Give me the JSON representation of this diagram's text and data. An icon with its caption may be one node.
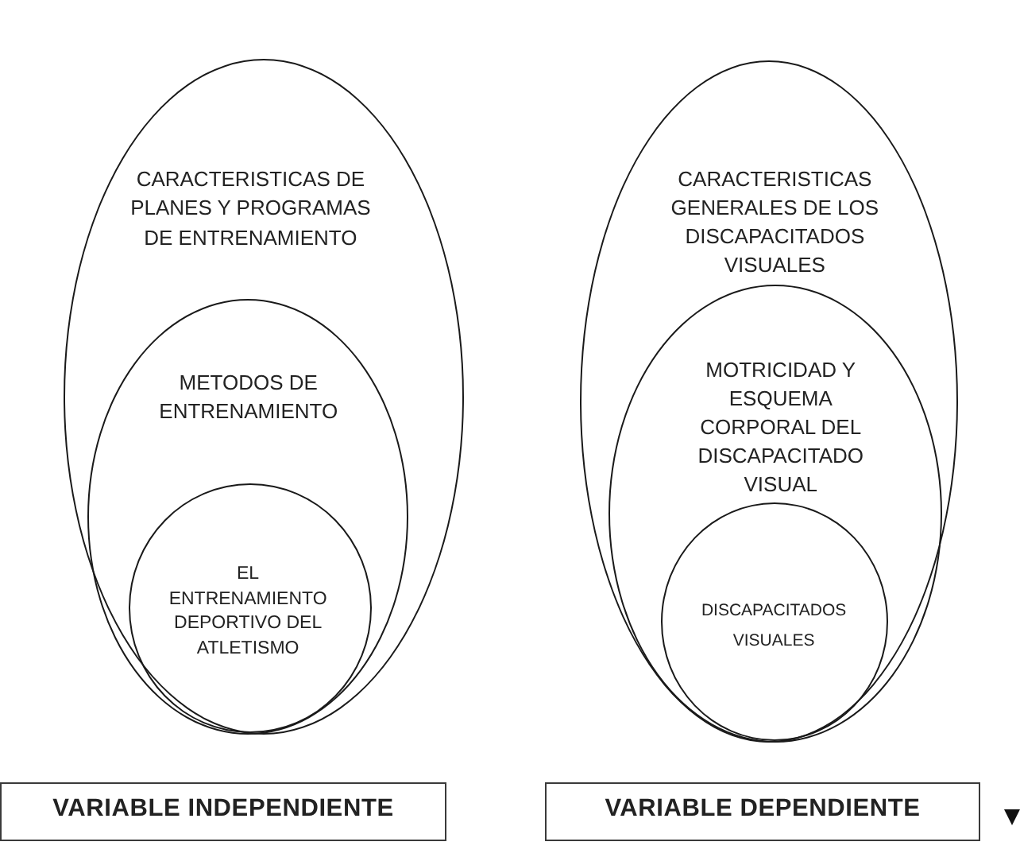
{
  "diagram": {
    "nodes": [
      {
        "text": [
          "CARACTERISTICAS DE PLANES Y PROGRAMAS DE ENTRENAMIENTO"
        ]
      },
      {
        "text": [
          "METODOS DE ENTRENAMIENTO"
        ],
        "in": 0
      },
      {
        "text": [
          "EL ENTRENAMIENTO DEPORTIVO DEL ATLETISMO"
        ],
        "in": 1
      },
      {
        "text": [
          "CARACTERISTICAS GENERALES DE LOS DISCAPACITADOS VISUALES"
        ]
      },
      {
        "text": [
          "MOTRICIDAD Y ESQUEMA CORPORAL DEL DISCAPACITADO VISUAL"
        ],
        "in": 3
      },
      {
        "text": [
          "DISCAPACITADOS VISUALES"
        ],
        "in": 4
      },
      {
        "text": [
          "VARIABLE INDEPENDIENTE"
        ]
      },
      {
        "text": [
          "VARIABLE DEPENDIENTE"
        ]
      }
    ]
  }
}
